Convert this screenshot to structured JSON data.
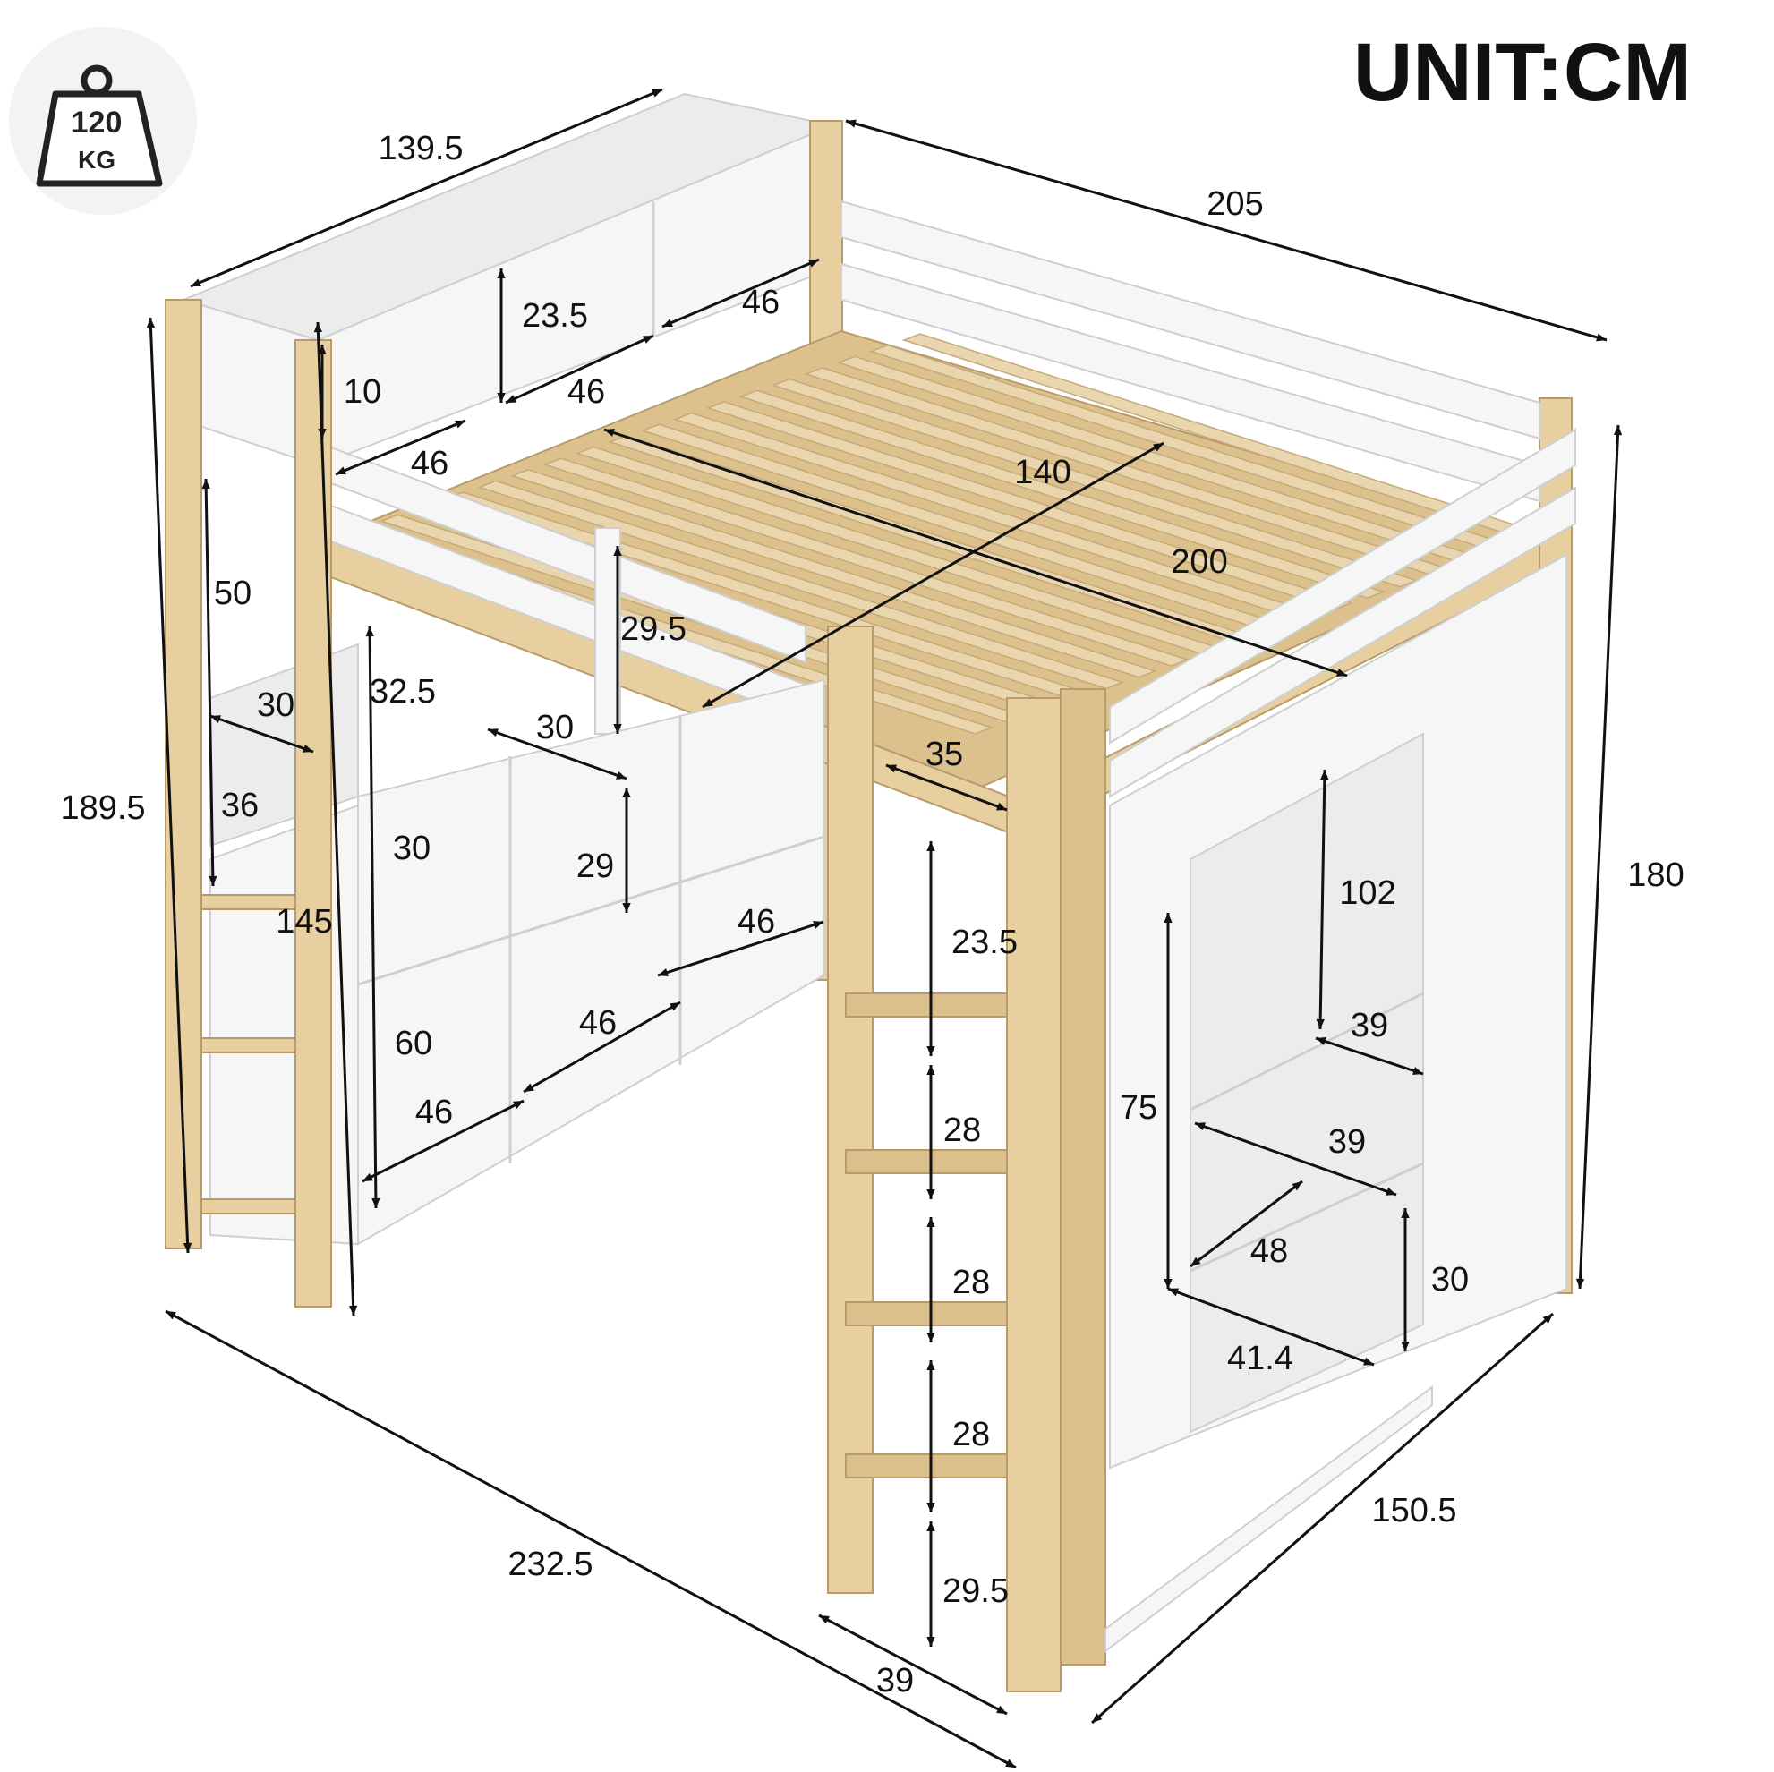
{
  "header": {
    "unit_label": "UNIT:CM"
  },
  "weight_badge": {
    "value": "120",
    "unit": "KG",
    "icon": "weight-icon"
  },
  "dimensions": {
    "top_shelf_width": "139.5",
    "length": "205",
    "shelf_height_top": "23.5",
    "shelf_width_top_1": "46",
    "shelf_width_top_2": "46",
    "shelf_width_top_3": "46",
    "shelf_offset": "10",
    "mattress_width": "140",
    "mattress_length": "200",
    "side_upper": "50",
    "guard_rail": "29.5",
    "shelf_depth_left": "30",
    "shelf_gap_left": "32.5",
    "shelf_depth_mid": "30",
    "ladder_width": "35",
    "overall_height_left": "189.5",
    "side_mid": "36",
    "shelf_height_mid": "30",
    "cube_height": "29",
    "under_clearance": "145",
    "cube_width_1": "46",
    "ladder_top": "23.5",
    "wardrobe_height": "102",
    "overall_height_right": "180",
    "cube_lower_height": "60",
    "cube_width_2": "46",
    "wardrobe_width": "39",
    "desk_height": "75",
    "cube_width_3": "46",
    "step_1": "28",
    "desk_width": "39",
    "desk_depth": "48",
    "step_2": "28",
    "desk_side": "30",
    "desk_length": "41.4",
    "step_3": "28",
    "overall_width": "150.5",
    "overall_length": "232.5",
    "ladder_bottom": "29.5",
    "ladder_depth": "39"
  },
  "colors": {
    "wood": "#e7cf9f",
    "white_panel": "#f6f6f6",
    "text": "#111111"
  }
}
